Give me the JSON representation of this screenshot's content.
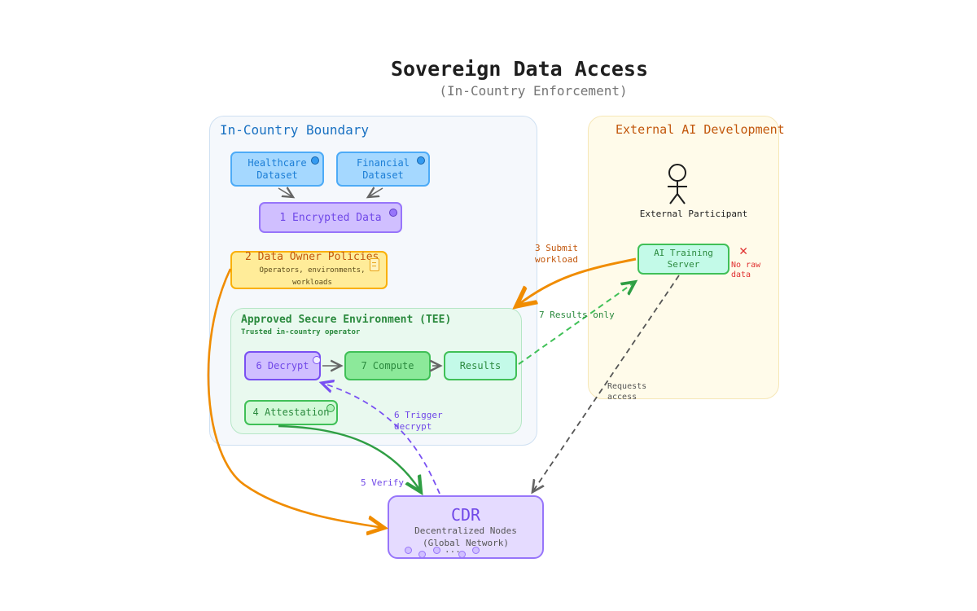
{
  "title": "Sovereign Data Access",
  "subtitle": "(In-Country Enforcement)",
  "regions": {
    "in_country": "In-Country Boundary",
    "external": "External AI Development",
    "tee": "Approved Secure Environment (TEE)",
    "tee_sub": "Trusted in-country operator"
  },
  "nodes": {
    "healthcare": [
      "Healthcare",
      "Dataset"
    ],
    "financial": [
      "Financial",
      "Dataset"
    ],
    "encrypted": "1  Encrypted Data",
    "policies": "2  Data Owner Policies",
    "policies_sub": "Operators, environments, workloads",
    "decrypt": "6  Decrypt",
    "compute": "7  Compute",
    "results": "Results",
    "attestation": "4  Attestation",
    "participant": "External Participant",
    "ai_server": [
      "AI Training",
      "Server"
    ],
    "cdr_title": "CDR",
    "cdr_sub1": "Decentralized Nodes",
    "cdr_sub2": "(Global Network)",
    "cdr_ellipsis": "..."
  },
  "edges": {
    "submit": [
      "3  Submit",
      "workload"
    ],
    "results_only": "7  Results only",
    "no_raw": [
      "No raw",
      "data"
    ],
    "no_raw_mark": "✕",
    "requests": [
      "Requests",
      "access"
    ],
    "trigger": [
      "6  Trigger",
      "decrypt"
    ],
    "verify": "5  Verify"
  },
  "icons": {
    "participant": "person-icon",
    "policies": "document-icon",
    "blocked": "x-mark-icon"
  },
  "colors": {
    "blue": "#1971c2",
    "orange": "#f08c00",
    "green": "#2f9e44",
    "violet": "#7048e8",
    "red": "#e03131",
    "gray": "#555555"
  }
}
